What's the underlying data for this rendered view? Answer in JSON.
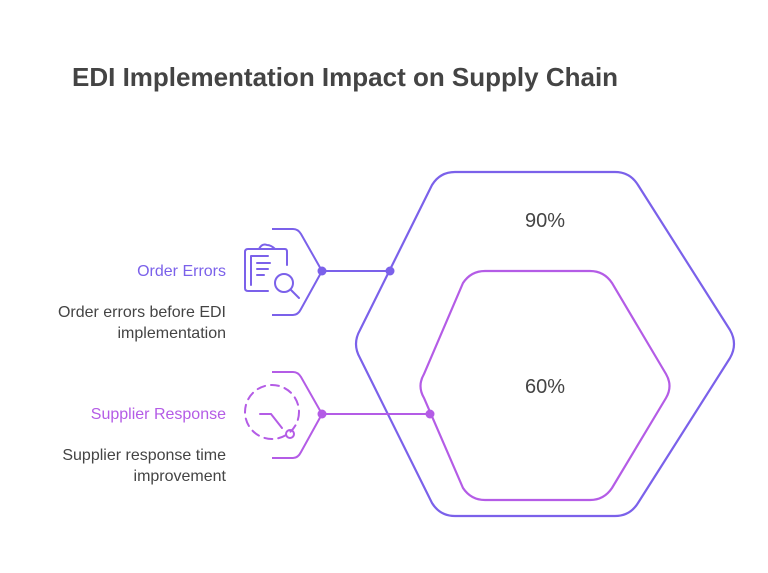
{
  "title": "EDI Implementation Impact on Supply Chain",
  "colors": {
    "order_errors": "#7B61EA",
    "supplier_response": "#B45CE6"
  },
  "items": [
    {
      "label": "Order Errors",
      "description": "Order errors before EDI implementation",
      "value": "90%",
      "icon": "clipboard-search-icon"
    },
    {
      "label": "Supplier Response",
      "description": "Supplier response time improvement",
      "value": "60%",
      "icon": "dashed-clock-icon"
    }
  ]
}
